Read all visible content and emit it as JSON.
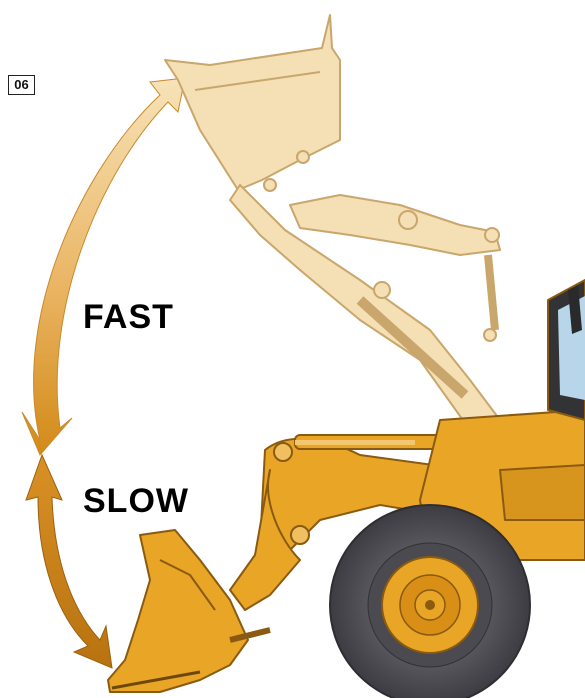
{
  "page_number": "06",
  "labels": {
    "fast": "FAST",
    "slow": "SLOW"
  },
  "colors": {
    "machine_yellow": "#e9a526",
    "machine_dark": "#a86b12",
    "raised_arm_cream": "#f5dfb4",
    "raised_arm_outline": "#c9a66b",
    "arrow_gradient_light": "#f7dca5",
    "arrow_gradient_dark": "#c98a1e",
    "tire_gray": "#4f4f55",
    "cab_glass": "#b8d6ea"
  },
  "icons": {
    "fast_arrow": "double-headed-arrow",
    "slow_arrow": "double-headed-arrow"
  }
}
